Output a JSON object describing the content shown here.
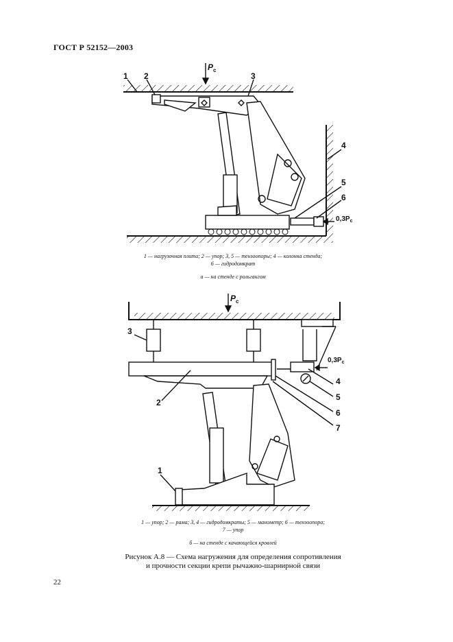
{
  "header": {
    "doc_id": "ГОСТ Р 52152—2003"
  },
  "figure_a": {
    "load_label": "P",
    "load_sub": "с",
    "labels": [
      "1",
      "2",
      "3",
      "4",
      "5",
      "6"
    ],
    "force_label": "0,3P",
    "force_sub": "с",
    "legend_line1": "1 — нагрузочная плита; 2 — упор; 3, 5 — тензоопоры; 4 — колонна стенда;",
    "legend_line2": "6 — гидродомкрат",
    "subcaption": "а — на стенде с рольгангом"
  },
  "figure_b": {
    "load_label": "P",
    "load_sub": "с",
    "labels": [
      "3",
      "2",
      "1",
      "4",
      "5",
      "6",
      "7"
    ],
    "force_label": "0,3P",
    "force_sub": "с",
    "legend_line1": "1 — упор; 2 — рама; 3, 4 — гидродомкраты; 5 — манометр; 6 — тензоопора;",
    "legend_line2": "7 — упор",
    "subcaption": "б — на стенде с качающейся кровлей"
  },
  "caption": {
    "line1": "Рисунок А.8 — Схема нагружения для определения сопротивления",
    "line2": "и прочности секции крепи рычажно-шарнирной связи"
  },
  "page_number": "22"
}
